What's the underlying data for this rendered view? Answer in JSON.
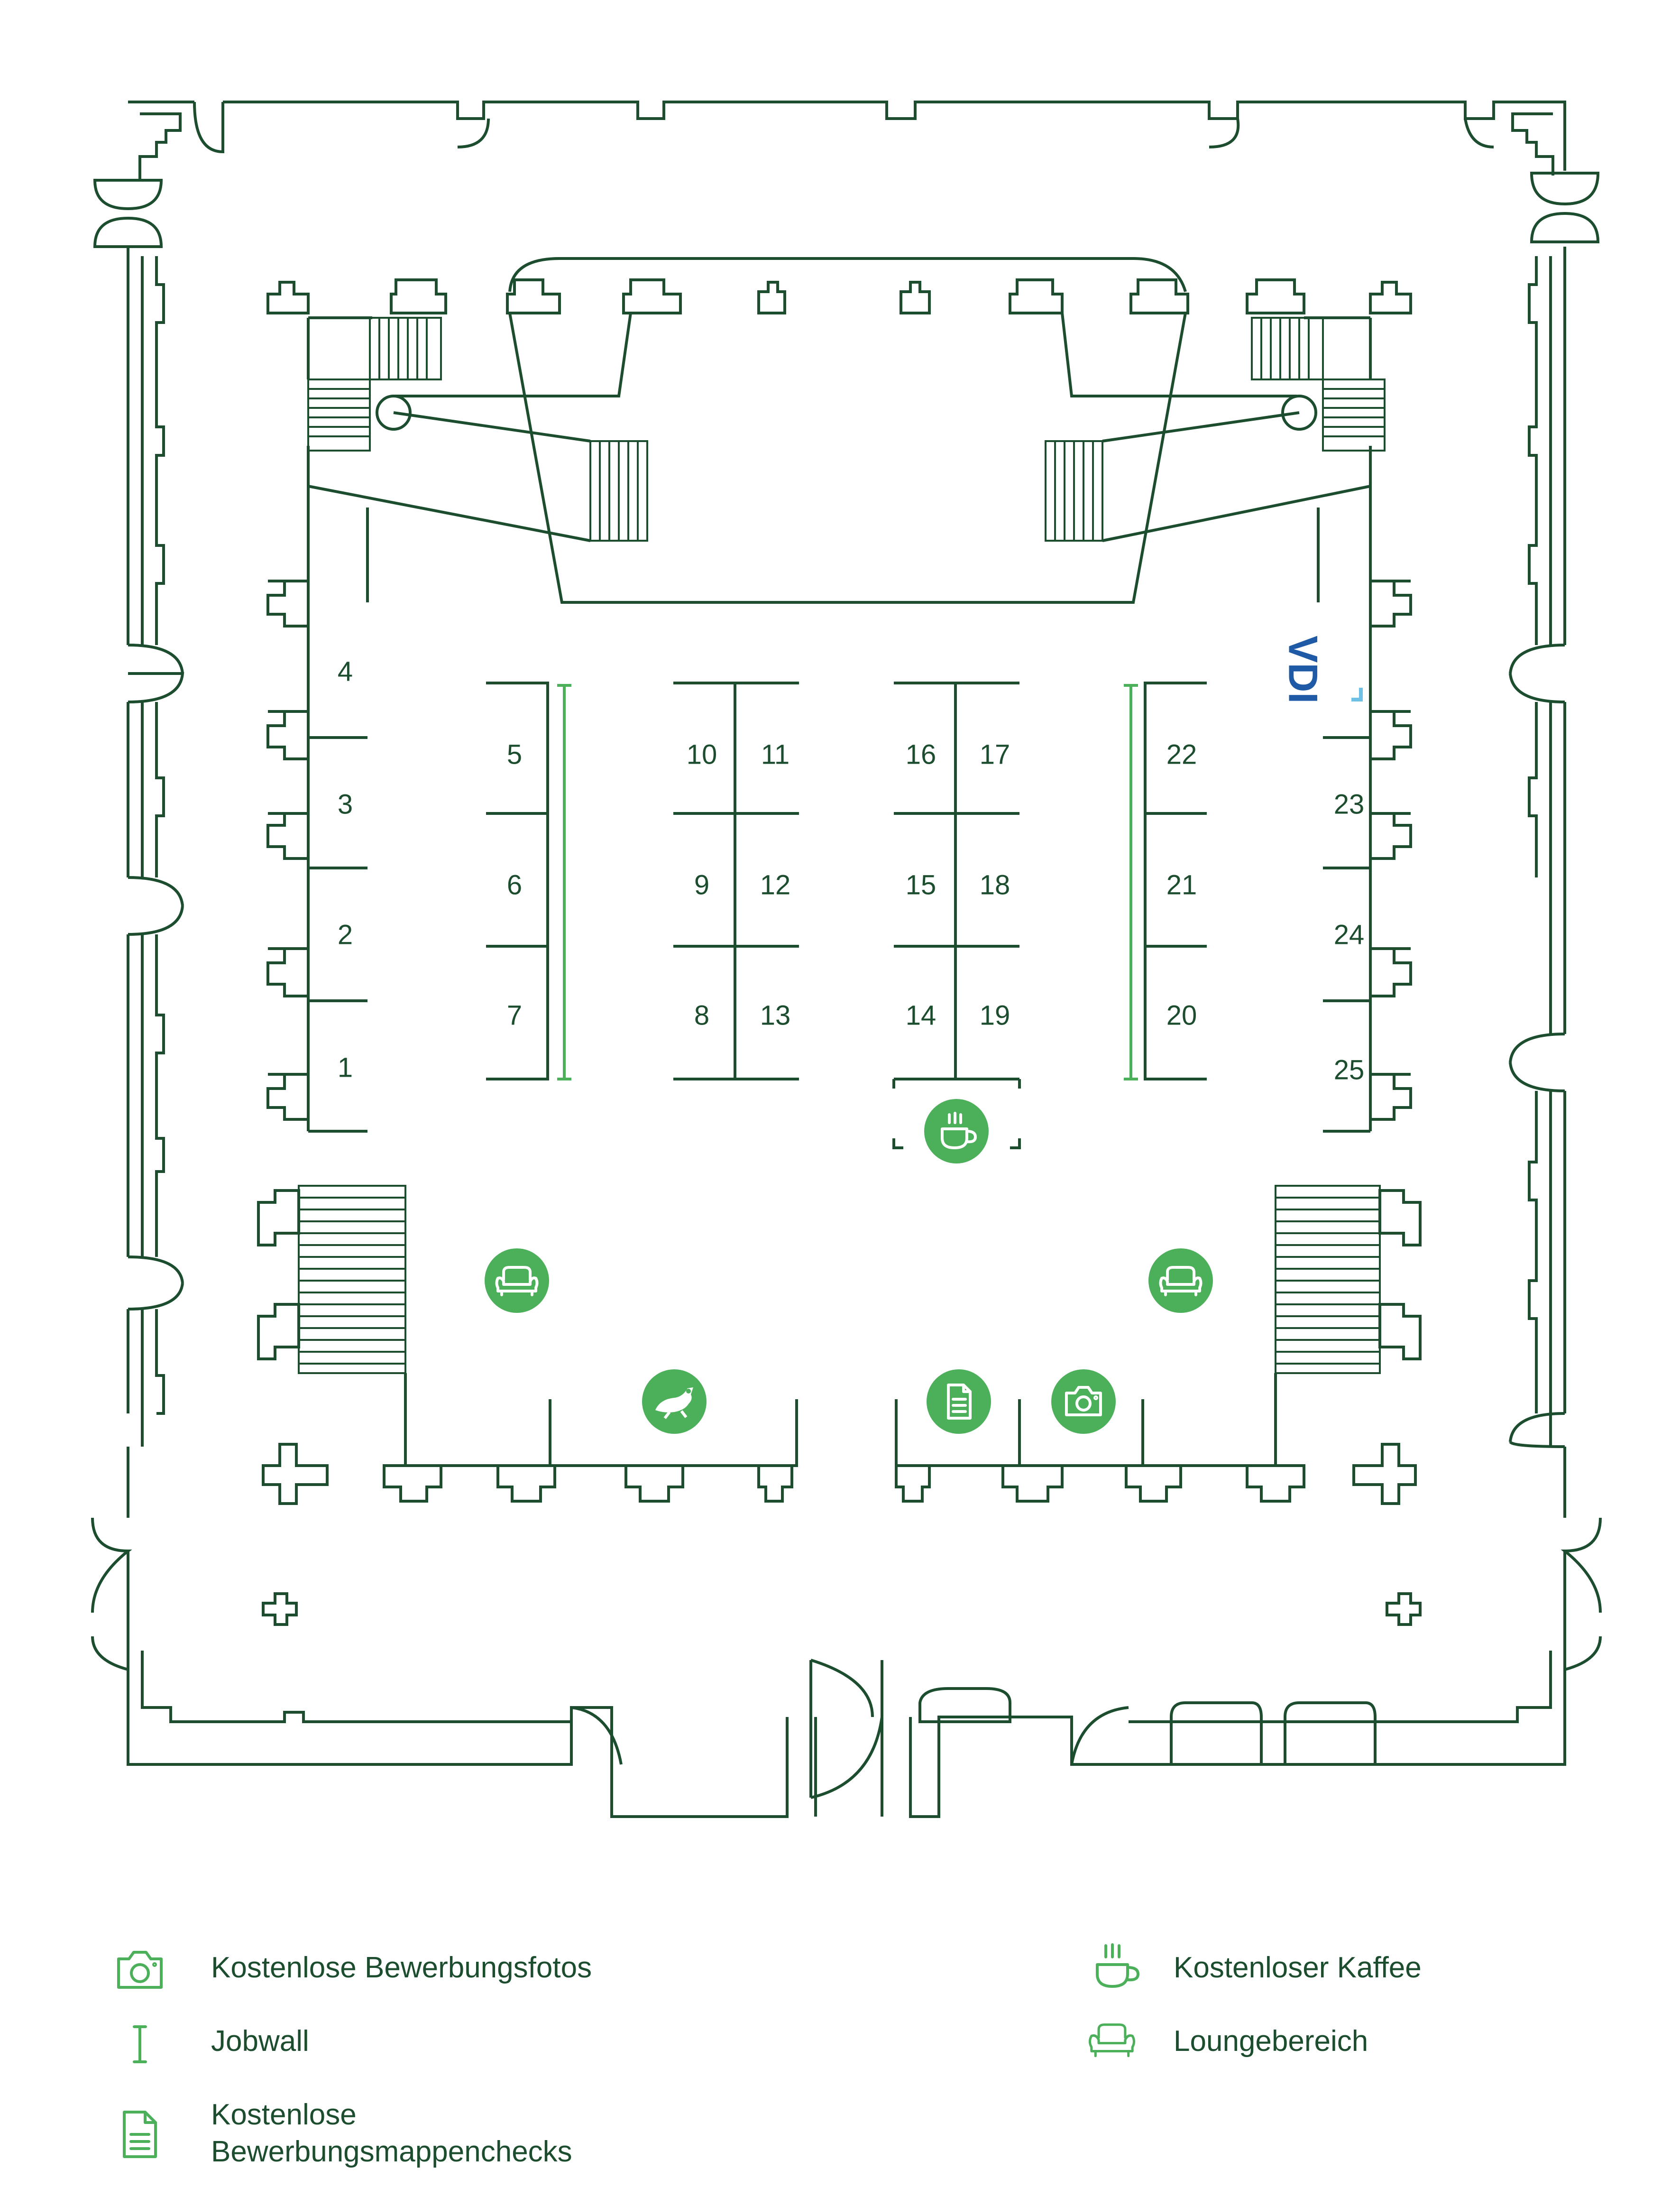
{
  "colors": {
    "wall": "#1b4d2e",
    "accent": "#4caf5a",
    "vdi": "#1f5aa6",
    "vdi_light": "#6ec1e4"
  },
  "logo": {
    "text": "VDI"
  },
  "booths": [
    {
      "n": "1"
    },
    {
      "n": "2"
    },
    {
      "n": "3"
    },
    {
      "n": "4"
    },
    {
      "n": "5"
    },
    {
      "n": "6"
    },
    {
      "n": "7"
    },
    {
      "n": "8"
    },
    {
      "n": "9"
    },
    {
      "n": "10"
    },
    {
      "n": "11"
    },
    {
      "n": "12"
    },
    {
      "n": "13"
    },
    {
      "n": "14"
    },
    {
      "n": "15"
    },
    {
      "n": "16"
    },
    {
      "n": "17"
    },
    {
      "n": "18"
    },
    {
      "n": "19"
    },
    {
      "n": "20"
    },
    {
      "n": "21"
    },
    {
      "n": "22"
    },
    {
      "n": "23"
    },
    {
      "n": "24"
    },
    {
      "n": "25"
    }
  ],
  "poi": [
    {
      "icon": "coffee-cup-icon"
    },
    {
      "icon": "armchair-icon"
    },
    {
      "icon": "armchair-icon"
    },
    {
      "icon": "frog-icon"
    },
    {
      "icon": "document-icon"
    },
    {
      "icon": "camera-icon"
    }
  ],
  "legend": [
    {
      "icon": "camera-icon",
      "label": "Kostenlose Bewerbungsfotos"
    },
    {
      "icon": "jobwall-icon",
      "label": "Jobwall"
    },
    {
      "icon": "document-icon",
      "label": "Kostenlose\nBewerbungsmappenchecks"
    },
    {
      "icon": "coffee-cup-icon",
      "label": "Kostenloser Kaffee"
    },
    {
      "icon": "armchair-icon",
      "label": "Loungebereich"
    }
  ]
}
